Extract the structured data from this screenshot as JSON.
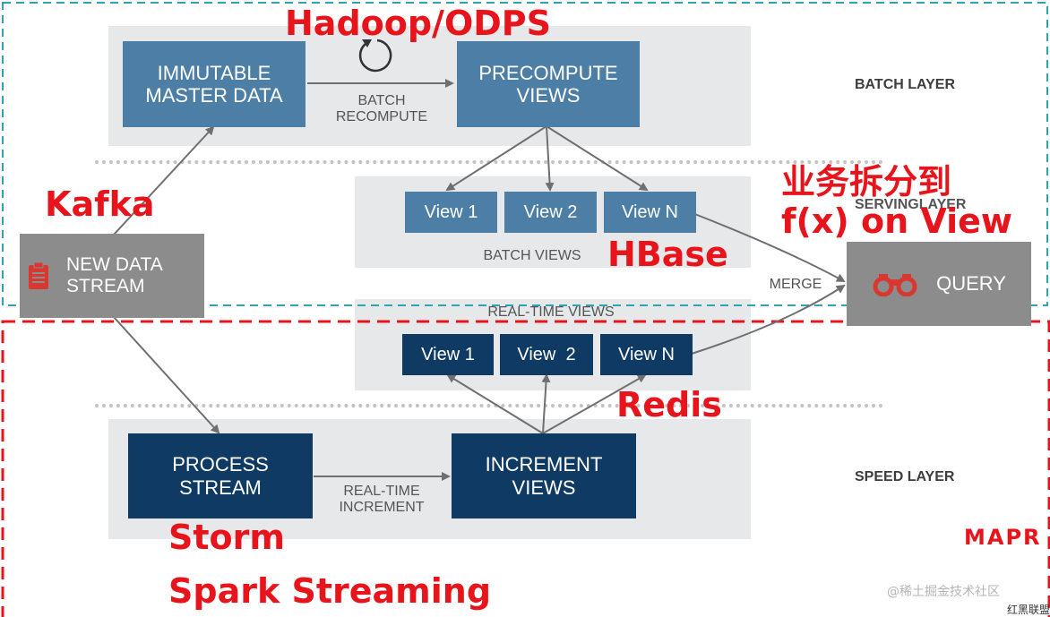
{
  "annotations": {
    "hadoop": "Hadoop/ODPS",
    "kafka": "Kafka",
    "business_line1": "业务拆分到",
    "business_line2": "f(x) on View",
    "hbase": "HBase",
    "redis": "Redis",
    "storm": "Storm",
    "spark": "Spark Streaming"
  },
  "layers": {
    "batch": "BATCH LAYER",
    "serving": "SERVINGLAYER",
    "speed": "SPEED LAYER"
  },
  "nodes": {
    "immutable_line1": "IMMUTABLE",
    "immutable_line2": "MASTER DATA",
    "precompute_line1": "PRECOMPUTE",
    "precompute_line2": "VIEWS",
    "new_data_line1": "NEW DATA",
    "new_data_line2": "STREAM",
    "query": "QUERY",
    "process_line1": "PROCESS",
    "process_line2": "STREAM",
    "increment_line1": "INCREMENT",
    "increment_line2": "VIEWS"
  },
  "batch_views": [
    "View 1",
    "View 2",
    "View N"
  ],
  "realtime_views": [
    "View 1",
    "View  2",
    "View N"
  ],
  "labels": {
    "batch_recompute_line1": "BATCH",
    "batch_recompute_line2": "RECOMPUTE",
    "batch_views": "BATCH VIEWS",
    "realtime_views": "REAL-TIME VIEWS",
    "merge": "MERGE",
    "realtime_increment_line1": "REAL-TIME",
    "realtime_increment_line2": "INCREMENT"
  },
  "watermark": {
    "brand": "MAPR",
    "site": "@稀土掘金技术社区",
    "corner": "红黑联盟"
  },
  "colors": {
    "batch_box": "#4c7ea6",
    "speed_box": "#0f3a63",
    "panel": "#e7e8ea",
    "annotation": "#e8141b",
    "batch_boundary": "#2ea3b4",
    "speed_boundary": "#e8141b"
  }
}
